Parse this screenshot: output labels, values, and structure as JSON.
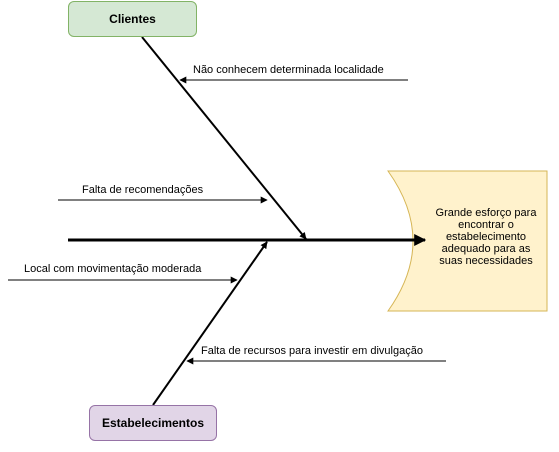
{
  "categories": {
    "top": "Clientes",
    "bottom": "Estabelecimentos"
  },
  "causes": [
    "Não conhecem determinada localidade",
    "Falta de recomendações",
    "Local com movimentação moderada",
    "Falta de recursos para investir em divulgação"
  ],
  "effect": "Grande esforço para encontrar o estabelecimento adequado para as suas necessidades",
  "colors": {
    "clientes_fill": "#d5e8d4",
    "clientes_stroke": "#82b366",
    "estabelecimentos_fill": "#e1d5e7",
    "estabelecimentos_stroke": "#9673a6",
    "effect_fill": "#fff2cc",
    "effect_stroke": "#d6b656",
    "line": "#000000"
  }
}
